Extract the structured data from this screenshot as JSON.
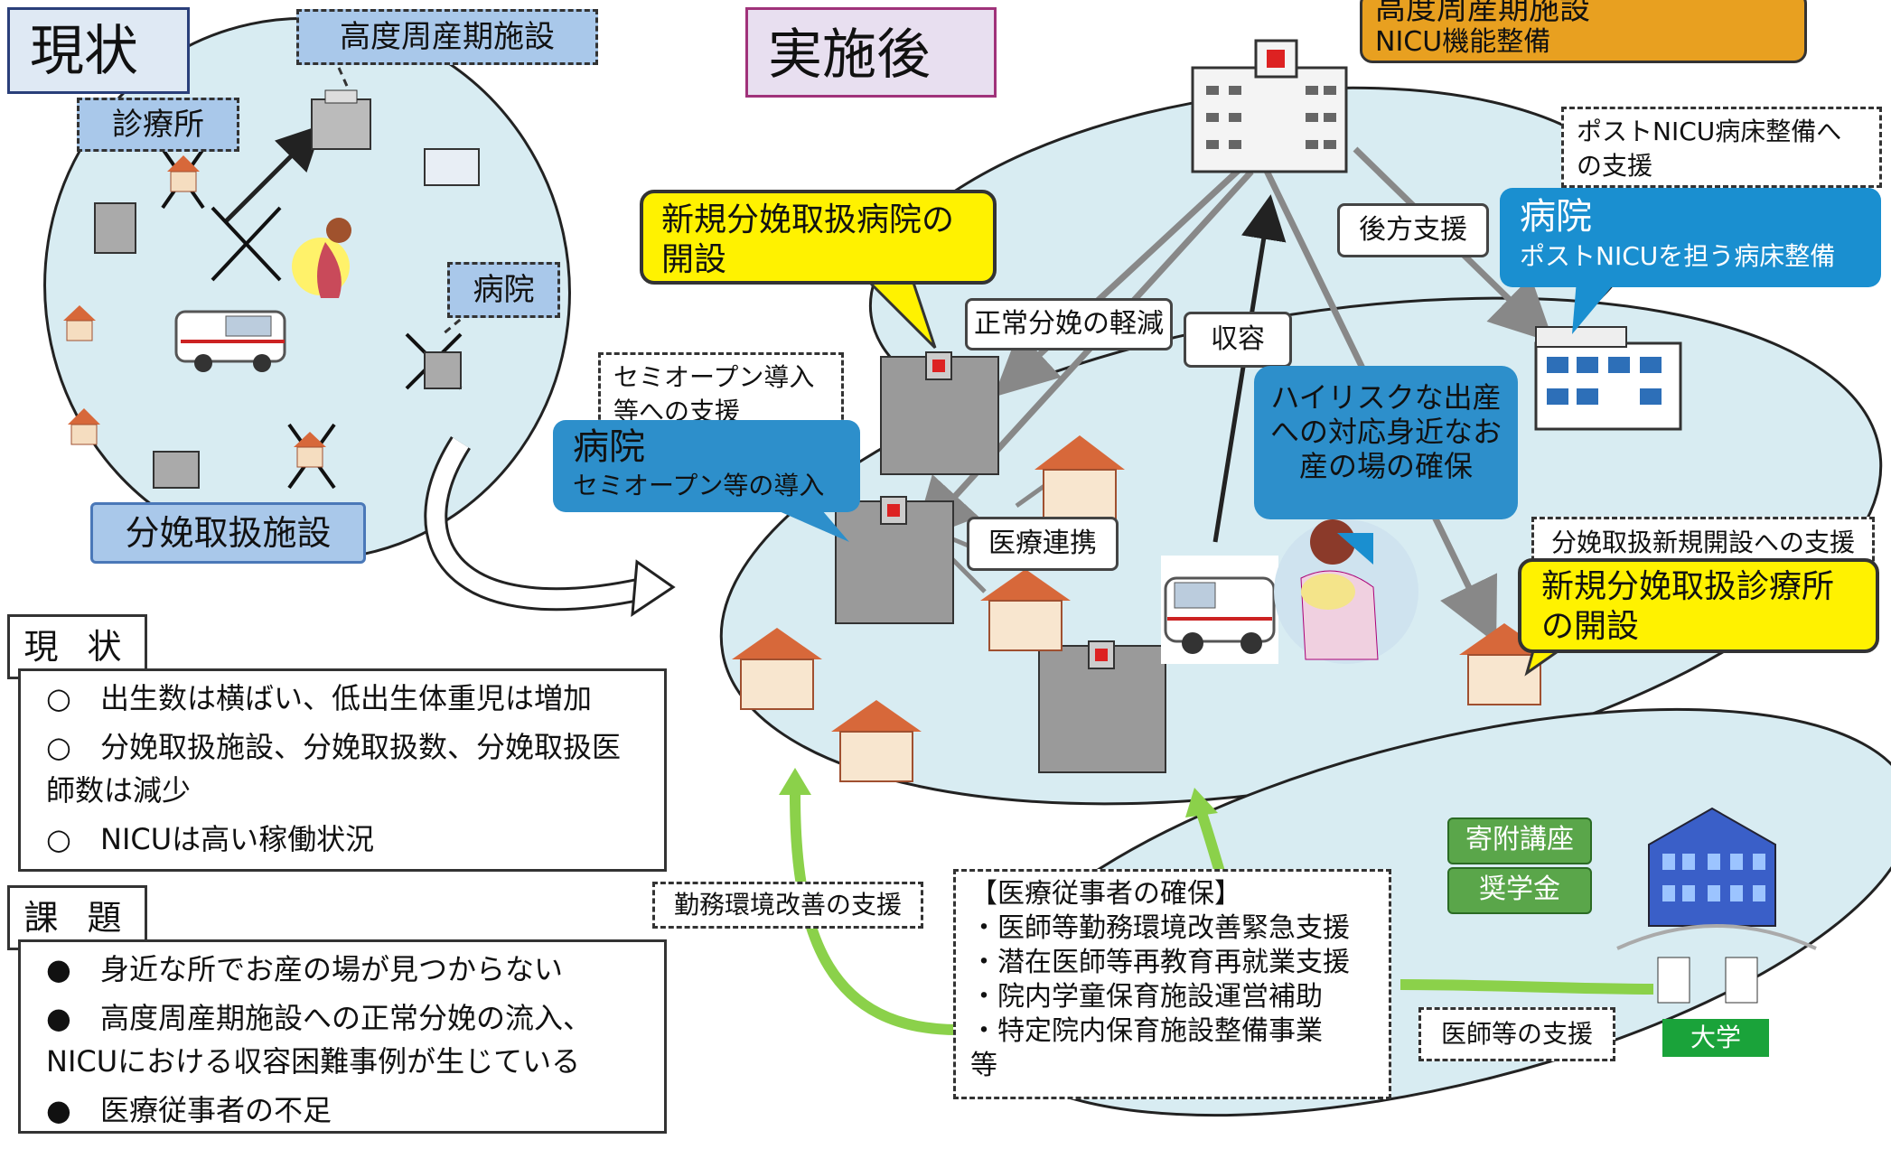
{
  "left": {
    "title": "現状",
    "tag_high": "高度周産期施設",
    "tag_clinic": "診療所",
    "tag_hospital": "病院",
    "bottom_label": "分娩取扱施設"
  },
  "right": {
    "title": "実施後",
    "top_box_line1": "高度周産期施設",
    "top_box_line2": "NICU機能整備",
    "post_nicu_support": "ポストNICU病床整備への支援",
    "new_hospital": "新規分娩取扱病院の開設",
    "backup": "後方支援",
    "hospital_right_title": "病院",
    "hospital_right_sub": "ポストNICUを担う病床整備",
    "normal_delivery": "正常分娩の軽減",
    "accept": "収容",
    "semi_open_support": "セミオープン導入等への支援",
    "hospital_left_title": "病院",
    "hospital_left_sub": "セミオープン等の導入",
    "highrisk": "ハイリスクな出産への対応身近なお産の場の確保",
    "cooperation": "医療連携",
    "new_clinic_support": "分娩取扱新規開設への支援",
    "new_clinic": "新規分娩取扱診療所の開設",
    "donated": "寄附講座",
    "scholarship": "奨学金",
    "work_env": "勤務環境改善の支援",
    "staff_title": "【医療従事者の確保】",
    "staff_items": [
      "・医師等勤務環境改善緊急支援",
      "・潜在医師等再教育再就業支援",
      "・院内学童保育施設運営補助",
      "・特定院内保育施設整備事業",
      "等"
    ],
    "doctor_support": "医師等の支援",
    "university": "大学"
  },
  "status": {
    "heading": "現 状",
    "items": [
      {
        "symbol": "○",
        "text": "出生数は横ばい、低出生体重児は増加"
      },
      {
        "symbol": "○",
        "text": "分娩取扱施設、分娩取扱数、分娩取扱医師数は減少"
      },
      {
        "symbol": "○",
        "text": "NICUは高い稼働状況"
      }
    ]
  },
  "issues": {
    "heading": "課 題",
    "items": [
      {
        "symbol": "●",
        "text": "身近な所でお産の場が見つからない"
      },
      {
        "symbol": "●",
        "text": "高度周産期施設への正常分娩の流入、NICUにおける収容困難事例が生じている"
      },
      {
        "symbol": "●",
        "text": "医療従事者の不足"
      }
    ]
  },
  "colors": {
    "ellipse": "#d8ecf2",
    "light_blue": "#a9c8ea",
    "blue": "#1a8fd0",
    "yellow": "#fff200",
    "green_arrow": "#8bd14a",
    "orange": "#e8a020"
  }
}
